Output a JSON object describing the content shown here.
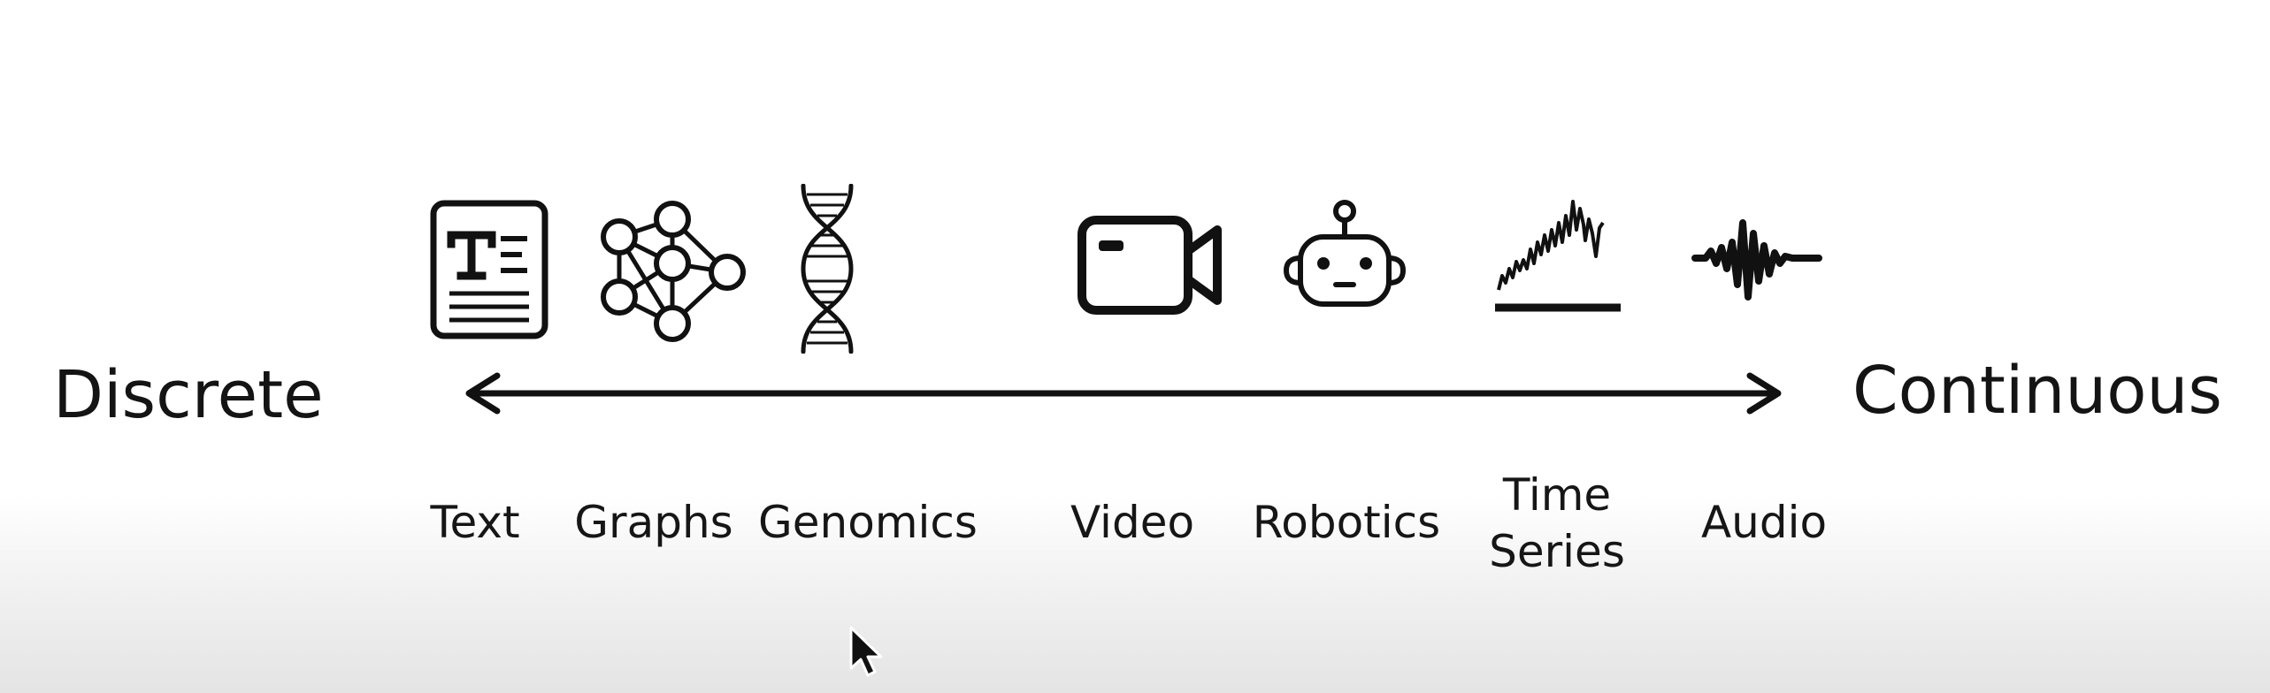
{
  "spectrum": {
    "left_label": "Discrete",
    "right_label": "Continuous"
  },
  "modalities": [
    {
      "label": "Text",
      "icon": "text-document-icon"
    },
    {
      "label": "Graphs",
      "icon": "graph-network-icon"
    },
    {
      "label": "Genomics",
      "icon": "dna-icon"
    },
    {
      "label": "Video",
      "icon": "video-camera-icon"
    },
    {
      "label": "Robotics",
      "icon": "robot-icon"
    },
    {
      "label": "Time\nSeries",
      "icon": "time-series-icon"
    },
    {
      "label": "Audio",
      "icon": "audio-waveform-icon"
    }
  ]
}
